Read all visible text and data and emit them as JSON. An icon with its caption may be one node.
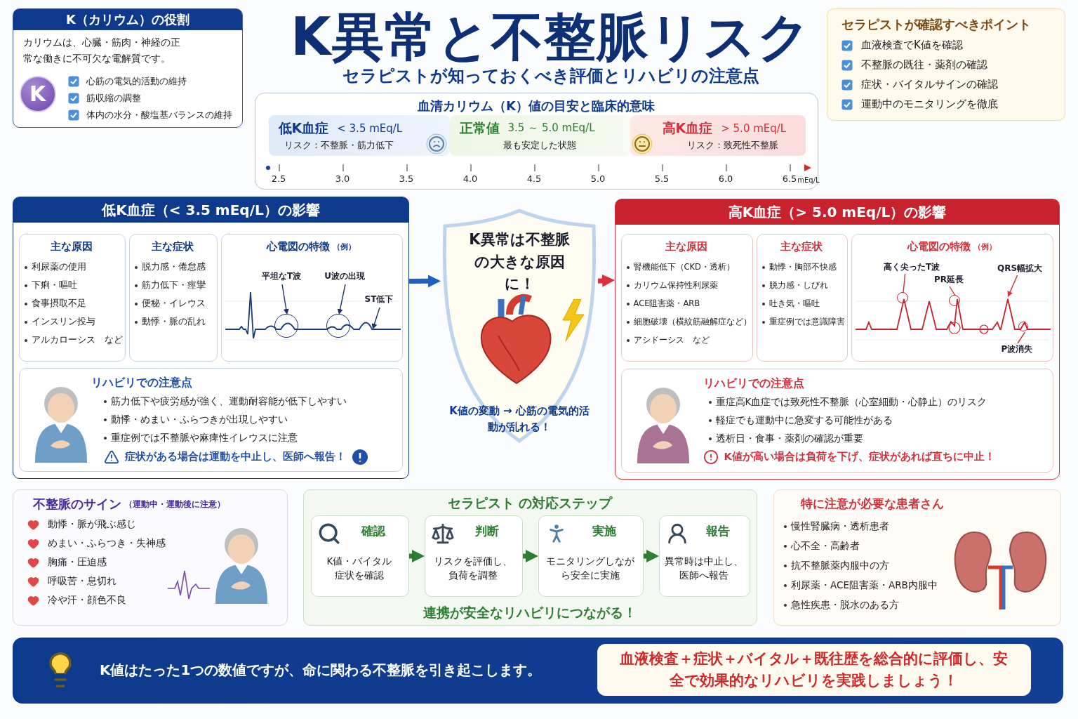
{
  "diagram": {
    "title": "K異常と不整脈リスク",
    "nodes": [
      {
        "text": [
          "K（カリウム）の役割",
          "カリウムは、心臓・筋肉・神経の正常な働きに不可欠な電解質です。",
          "心筋の電気的活動の維持",
          "筋収縮の調整",
          "体内の水分・酸塩基バランスの維持"
        ]
      },
      {
        "text": [
          "K"
        ],
        "in": 0
      },
      {
        "text": [
          "セラピストが確認すべきポイント",
          "血液検査でK値を確認",
          "不整脈の既往・薬剤の確認",
          "症状・バイタルサインの確認",
          "運動中のモニタリングを徹底"
        ]
      },
      {
        "text": [
          "血清カリウム（K）値の目安と臨床的意味"
        ]
      },
      {
        "text": [
          "低K血症",
          "< 3.5 mEq/L",
          "リスク：不整脈・筋力低下"
        ],
        "in": 3
      },
      {
        "text": [
          "正常値",
          "3.5 ～ 5.0 mEq/L",
          "最も安定した状態"
        ],
        "in": 3
      },
      {
        "text": [
          "高K血症",
          "> 5.0 mEq/L",
          "リスク：致死性不整脈"
        ],
        "in": 3
      },
      {
        "text": [
          "低K血症（< 3.5 mEq/L）の影響"
        ]
      },
      {
        "text": [
          "主な原因",
          "利尿薬の使用",
          "下痢・嘔吐",
          "食事摂取不足",
          "インスリン投与",
          "アルカローシス　など"
        ],
        "in": 7
      },
      {
        "text": [
          "主な症状",
          "脱力感・倦怠感",
          "筋力低下・痙攣",
          "便秘・イレウス",
          "動悸・脈の乱れ"
        ],
        "in": 7
      },
      {
        "text": [
          "心電図の特徴",
          "（例）"
        ],
        "in": 7
      },
      {
        "text": [
          "平坦なT波"
        ],
        "in": 10
      },
      {
        "text": [
          "U波の出現"
        ],
        "in": 10
      },
      {
        "text": [
          "ST低下"
        ],
        "in": 10
      },
      {
        "text": [
          "リハビリでの注意点",
          "筋力低下や疲労感が強く、運動耐容能が低下しやすい",
          "動悸・めまい・ふらつきが出現しやすい",
          "重症例では不整脈や麻痺性イレウスに注意",
          "症状がある場合は運動を中止し、医師へ報告！"
        ],
        "in": 7
      },
      {
        "text": [
          "K異常は不整脈の大きな原因に！",
          "K値の変動 → 心筋の電気的活動が乱れる！"
        ]
      },
      {
        "text": [
          "高K血症（> 5.0 mEq/L）の影響"
        ]
      },
      {
        "text": [
          "主な原因",
          "腎機能低下（CKD・透析）",
          "カリウム保持性利尿薬",
          "ACE阻害薬・ARB",
          "細胞破壊（横紋筋融解症など）",
          "アシドーシス　など"
        ],
        "in": 16
      },
      {
        "text": [
          "主な症状",
          "動悸・胸部不快感",
          "脱力感・しびれ",
          "吐き気・嘔吐",
          "重症例では意識障害"
        ],
        "in": 16
      },
      {
        "text": [
          "心電図の特徴",
          "（例）"
        ],
        "in": 16
      },
      {
        "text": [
          "高く尖ったT波"
        ],
        "in": 19
      },
      {
        "text": [
          "PR延長"
        ],
        "in": 19
      },
      {
        "text": [
          "QRS幅拡大"
        ],
        "in": 19
      },
      {
        "text": [
          "P波消失"
        ],
        "in": 19
      },
      {
        "text": [
          "リハビリでの注意点",
          "重症高K血症では致死性不整脈（心室細動・心静止）のリスク",
          "軽症でも運動中に急変する可能性がある",
          "透析日・食事・薬剤の確認が重要",
          "K値が高い場合は負荷を下げ、症状があれば直ちに中止！"
        ],
        "in": 16
      },
      {
        "text": [
          "不整脈のサイン",
          "（運動中・運動後に注意）",
          "動悸・脈が飛ぶ感じ",
          "めまい・ふらつき・失神感",
          "胸痛・圧迫感",
          "呼吸苦・息切れ",
          "冷や汗・顔色不良"
        ]
      },
      {
        "text": [
          "セラピスト の対応ステップ",
          "連携が安全なリハビリにつながる！"
        ]
      },
      {
        "text": [
          "確認",
          "K値・バイタル症状を確認"
        ],
        "in": 26
      },
      {
        "text": [
          "判断",
          "リスクを評価し、負荷を調整"
        ],
        "in": 26
      },
      {
        "text": [
          "実施",
          "モニタリングしながら安全に実施"
        ],
        "in": 26
      },
      {
        "text": [
          "報告",
          "異常時は中止し、医師へ報告"
        ],
        "in": 26
      },
      {
        "text": [
          "特に注意が必要な患者さん",
          "慢性腎臓病・透析患者",
          "心不全・高齢者",
          "抗不整脈薬内服中の方",
          "利尿薬・ACE阻害薬・ARB内服中",
          "急性疾患・脱水のある方"
        ]
      },
      {
        "text": [
          "K値はたった1つの数値ですが、命に関わる不整脈を引き起こします。"
        ]
      },
      {
        "text": [
          "血液検査＋症状＋バイタル＋既往歴を総合的に評価し、安全で効果的なリハビリを実践しましょう！"
        ],
        "in": 32
      },
      {
        "text": [],
        "shape": "circle",
        "in": 10
      },
      {
        "text": [],
        "shape": "circle",
        "in": 10
      },
      {
        "text": [],
        "shape": "circle",
        "in": 19
      },
      {
        "text": [],
        "shape": "circle",
        "in": 19
      },
      {
        "text": [],
        "shape": "circle",
        "in": 19
      }
    ],
    "edges": [
      {
        "from": 7,
        "to": 15,
        "arrow": "to",
        "style": "thick",
        "color": "#1f5fbf"
      },
      {
        "from": 15,
        "to": 16,
        "arrow": "to",
        "style": "thick",
        "color": "#d9303a"
      },
      {
        "from": 11,
        "to": 34,
        "arrow": "to",
        "color": "#1b2f6b"
      },
      {
        "from": 12,
        "to": 35,
        "arrow": "to",
        "color": "#1b2f6b"
      },
      {
        "from": 13,
        "to": null,
        "arrow": "to",
        "color": "#1b2f6b"
      },
      {
        "from": 20,
        "to": 36,
        "arrow": "none",
        "color": "#d0313d"
      },
      {
        "from": 21,
        "to": 37,
        "arrow": "none",
        "color": "#d0313d"
      },
      {
        "from": 22,
        "to": null,
        "arrow": "to",
        "color": "#d0313d"
      },
      {
        "from": 23,
        "to": 38,
        "arrow": "none",
        "color": "#d0313d"
      },
      {
        "from": 27,
        "to": 28,
        "arrow": "to",
        "style": "thick",
        "color": "#2e7d32"
      },
      {
        "from": 28,
        "to": 29,
        "arrow": "to",
        "style": "thick",
        "color": "#2e7d32"
      },
      {
        "from": 29,
        "to": 30,
        "arrow": "to",
        "style": "thick",
        "color": "#2e7d32"
      }
    ],
    "labels": [
      "セラピストが知っておくべき評価とリハビリの注意点",
      "2.5",
      "3.0",
      "3.5",
      "4.0",
      "4.5",
      "5.0",
      "5.5",
      "6.0",
      "6.5",
      "mEq/L"
    ]
  }
}
